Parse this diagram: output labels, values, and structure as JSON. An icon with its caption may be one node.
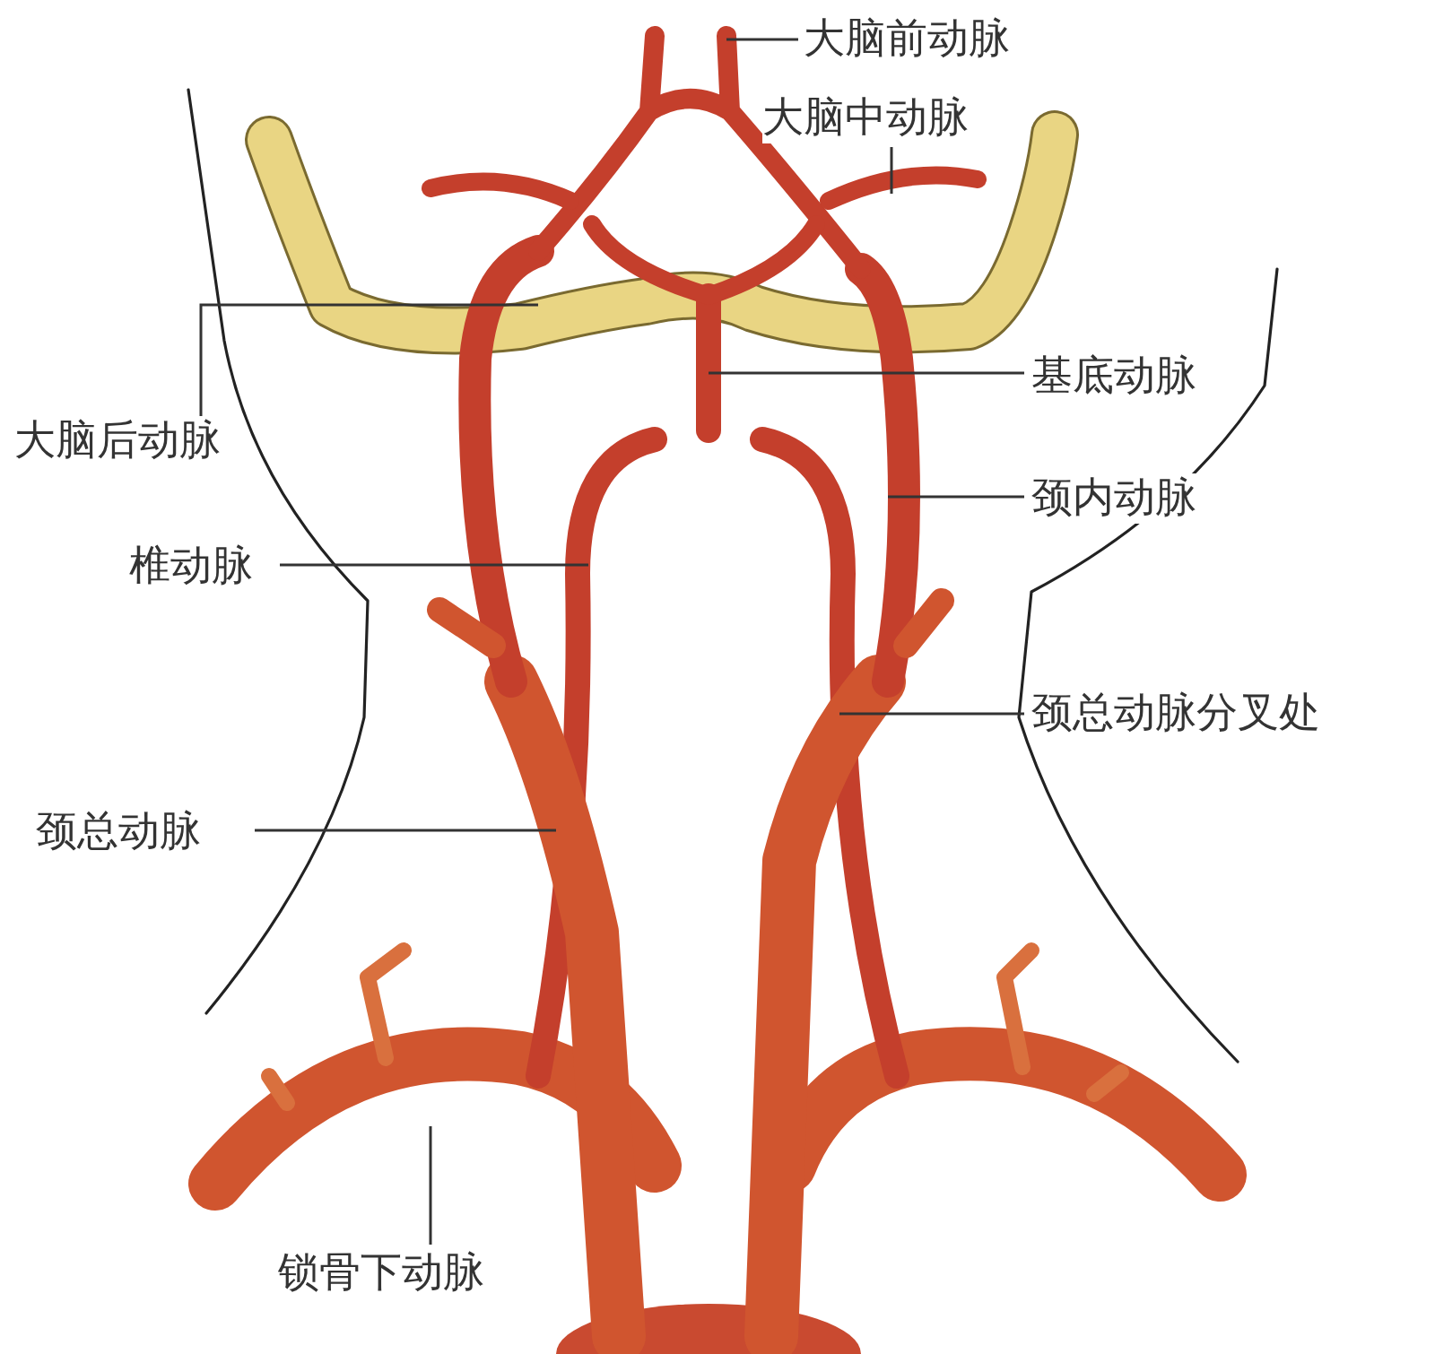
{
  "diagram": {
    "nodes": [
      {
        "text": [
          "大脑前动脉"
        ]
      },
      {
        "text": [
          "大脑中动脉"
        ]
      },
      {
        "text": [
          "基底动脉"
        ]
      },
      {
        "text": [
          "大脑后动脉"
        ]
      },
      {
        "text": [
          "颈内动脉"
        ]
      },
      {
        "text": [
          "椎动脉"
        ]
      },
      {
        "text": [
          "颈总动脉分叉处"
        ]
      },
      {
        "text": [
          "颈总动脉"
        ]
      },
      {
        "text": [
          "锁骨下动脉"
        ]
      }
    ],
    "edges": [
      {
        "from": 0,
        "to": null,
        "arrow": "none"
      },
      {
        "from": 1,
        "to": null,
        "arrow": "none"
      },
      {
        "from": 2,
        "to": null,
        "arrow": "none"
      },
      {
        "from": 3,
        "to": null,
        "arrow": "none"
      },
      {
        "from": 4,
        "to": null,
        "arrow": "none"
      },
      {
        "from": 5,
        "to": null,
        "arrow": "none"
      },
      {
        "from": 6,
        "to": null,
        "arrow": "none"
      },
      {
        "from": 7,
        "to": null,
        "arrow": "none"
      },
      {
        "from": 8,
        "to": null,
        "arrow": "none"
      }
    ]
  }
}
